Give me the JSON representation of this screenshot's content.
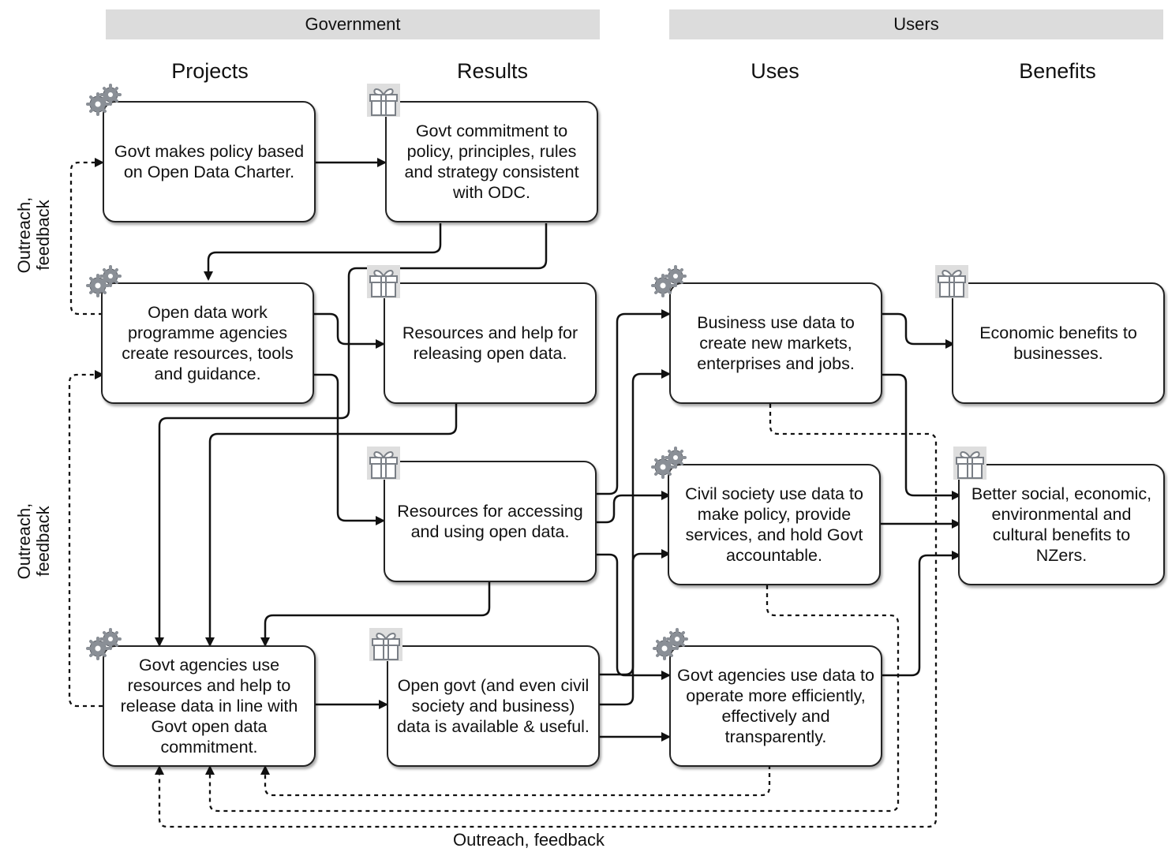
{
  "bands": {
    "government": "Government",
    "users": "Users"
  },
  "columns": {
    "projects": "Projects",
    "results": "Results",
    "uses": "Uses",
    "benefits": "Benefits"
  },
  "nodes": {
    "p1": "Govt makes policy based on Open Data Charter.",
    "r1": "Govt commitment to policy, principles, rules and strategy consistent with ODC.",
    "p2": "Open data work programme agencies create resources, tools and guidance.",
    "r2": "Resources and help for releasing open data.",
    "r3": "Resources for accessing and using open data.",
    "p3": "Govt agencies use resources and help to release data in line with Govt open data commitment.",
    "r4": "Open govt (and even civil society and business) data is available & useful.",
    "u1": "Business use data to create new markets, enterprises and jobs.",
    "u2": "Civil society use data to make policy, provide services, and hold Govt accountable.",
    "u3": "Govt agencies use data to operate more efficiently, effectively and transparently.",
    "b1": "Economic benefits to businesses.",
    "b2": "Better social, economic, environmental and cultural benefits to NZers."
  },
  "feedback_labels": {
    "side_top": "Outreach, feedback",
    "side_bottom": "Outreach, feedback",
    "bottom": "Outreach, feedback"
  },
  "icons": {
    "project_icon": "gears-icon",
    "result_icon": "gift-icon",
    "use_icon": "gears-icon",
    "benefit_icon": "gift-icon"
  },
  "colors": {
    "band": "#dcdcdc",
    "stroke": "#222222",
    "icon": "#8a8f96"
  }
}
